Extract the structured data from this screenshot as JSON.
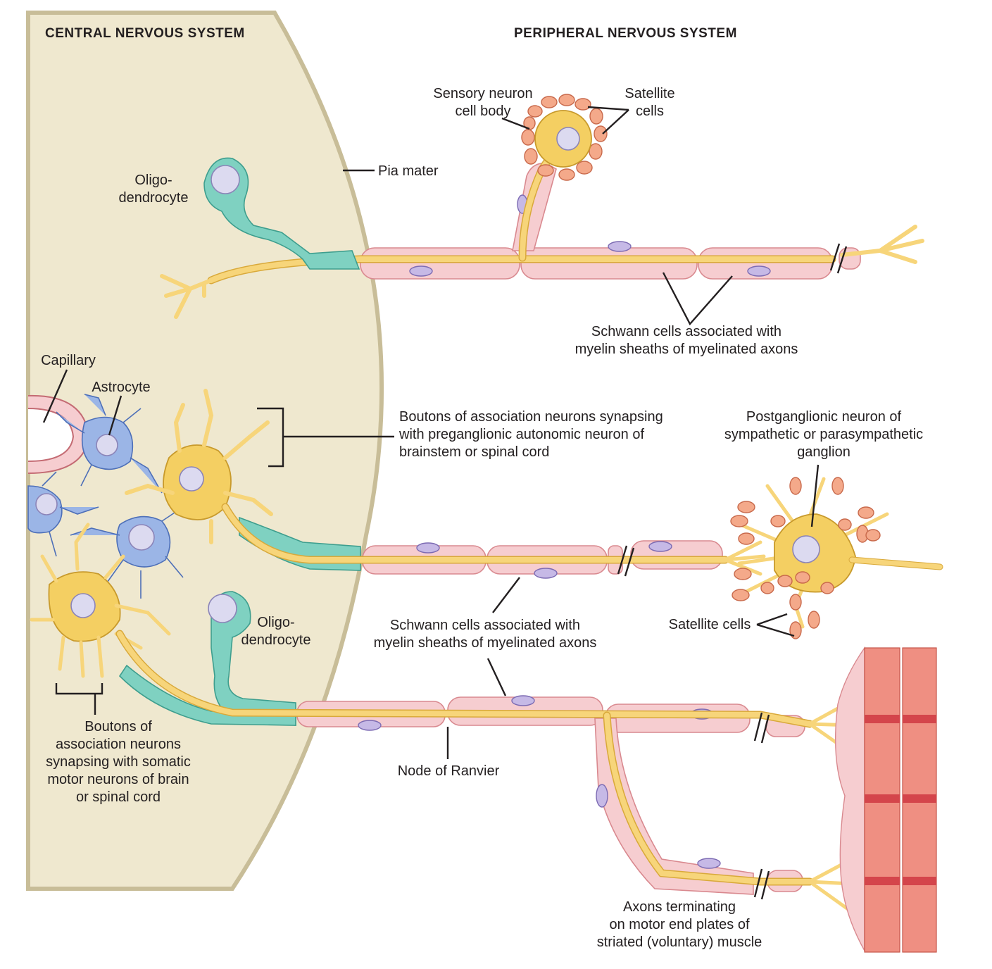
{
  "headers": {
    "cns": "CENTRAL NERVOUS SYSTEM",
    "pns": "PERIPHERAL NERVOUS SYSTEM"
  },
  "labels": {
    "sensory_neuron": [
      "Sensory neuron",
      "cell body"
    ],
    "satellite_top": [
      "Satellite",
      "cells"
    ],
    "pia_mater": [
      "Pia mater"
    ],
    "oligo_top": [
      "Oligo-",
      "dendrocyte"
    ],
    "schwann_top": [
      "Schwann cells associated with",
      "myelin sheaths of myelinated axons"
    ],
    "capillary": [
      "Capillary"
    ],
    "astrocyte": [
      "Astrocyte"
    ],
    "boutons_pregang": [
      "Boutons of association neurons synapsing",
      "with preganglionic autonomic neuron of",
      "brainstem or spinal cord"
    ],
    "postganglionic": [
      "Postganglionic neuron of",
      "sympathetic or parasympathetic",
      "ganglion"
    ],
    "oligo_bottom": [
      "Oligo-",
      "dendrocyte"
    ],
    "schwann_mid": [
      "Schwann cells associated with",
      "myelin sheaths of myelinated axons"
    ],
    "satellite_right": [
      "Satellite cells"
    ],
    "boutons_somatic": [
      "Boutons of",
      "association neurons",
      "synapsing with somatic",
      "motor neurons of brain",
      "or spinal cord"
    ],
    "node_ranvier": [
      "Node of Ranvier"
    ],
    "axons_terminating": [
      "Axons terminating",
      "on motor end plates of",
      "striated (voluntary) muscle"
    ]
  },
  "colors": {
    "cns_region": "#efe8cf",
    "cns_border": "#c8bd98",
    "axon": "#f7d57a",
    "myelin": "#f6cdd0",
    "oligodendrocyte": "#7fd1c1",
    "astrocyte": "#9bb5e6",
    "neuron_soma": "#f4cf62",
    "satellite_cell": "#f4a98a",
    "muscle": "#ef8f82"
  }
}
